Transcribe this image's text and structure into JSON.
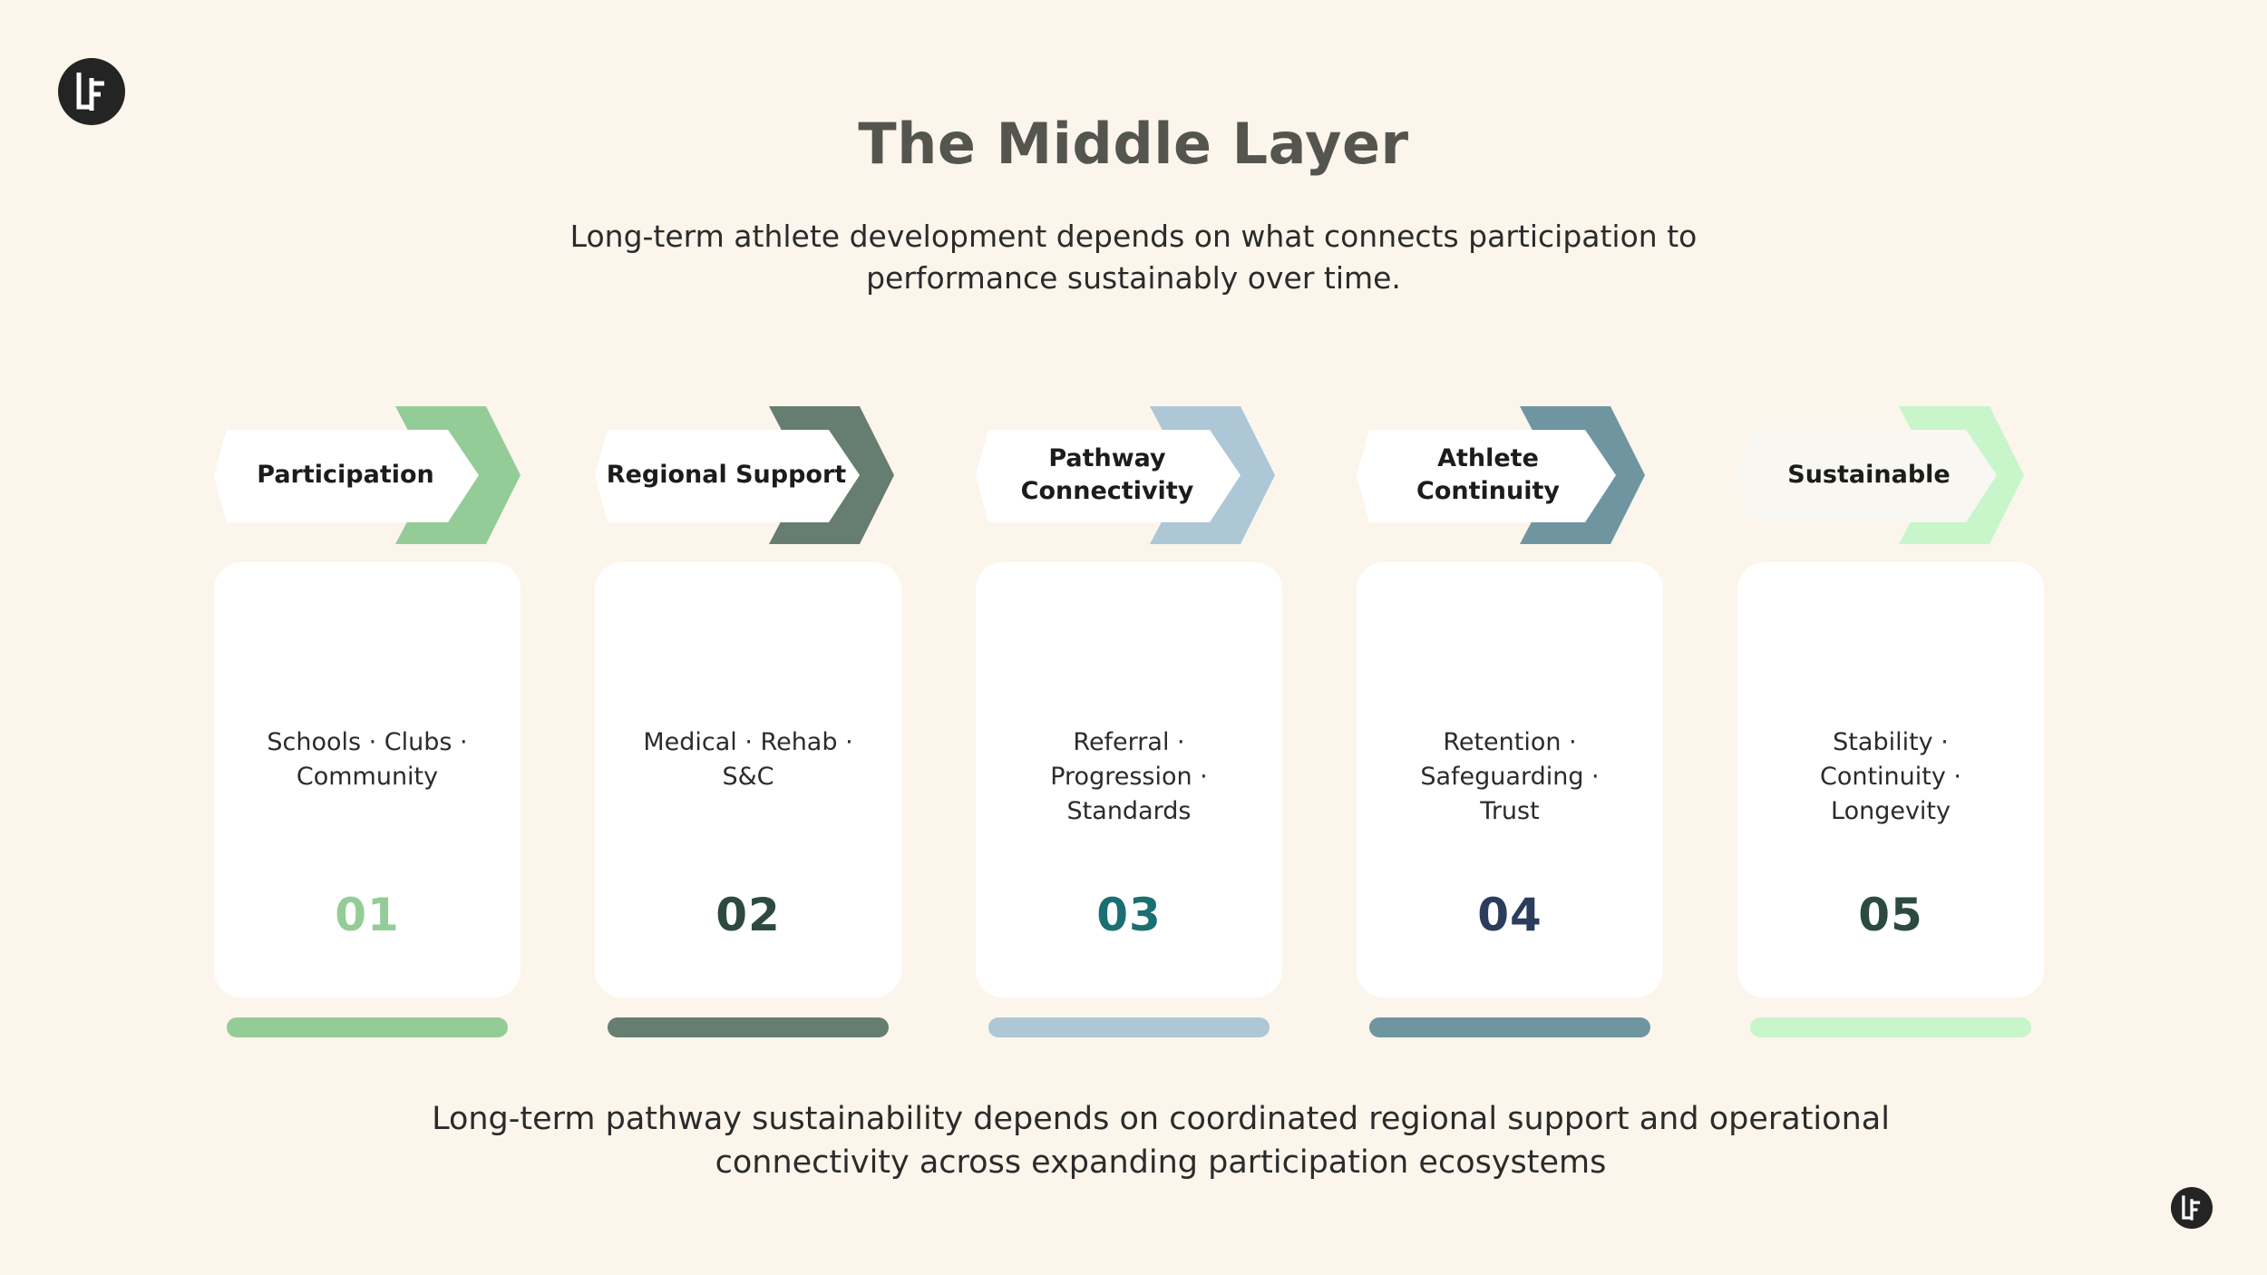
{
  "title": "The Middle Layer",
  "subtitle_line1": "Long-term athlete development depends on what connects participation to",
  "subtitle_line2": "performance sustainably over time.",
  "footer_line1": "Long-term pathway sustainability depends on coordinated regional support and operational",
  "footer_line2": "connectivity across expanding participation ecosystems",
  "logo_icon": "lf-monogram-icon",
  "stages": [
    {
      "label": "Participation",
      "desc": "Schools · Clubs · Community",
      "num": "01",
      "color": "#94CC98",
      "num_color": "#94CC98"
    },
    {
      "label": "Regional Support",
      "desc": "Medical · Rehab · S&C",
      "num": "02",
      "color": "#667D71",
      "num_color": "#2D4A40"
    },
    {
      "label": "Pathway Connectivity",
      "desc": "Referral · Progression · Standards",
      "num": "03",
      "color": "#AEC7D6",
      "num_color": "#1A6F73"
    },
    {
      "label": "Athlete Continuity",
      "desc": "Retention · Safeguarding · Trust",
      "num": "04",
      "color": "#6F95A1",
      "num_color": "#2B3D5C"
    },
    {
      "label": "Sustainable",
      "desc": "Stability · Continuity · Longevity",
      "num": "05",
      "color": "#C9F5CB",
      "num_color": "#2D4A40"
    }
  ]
}
